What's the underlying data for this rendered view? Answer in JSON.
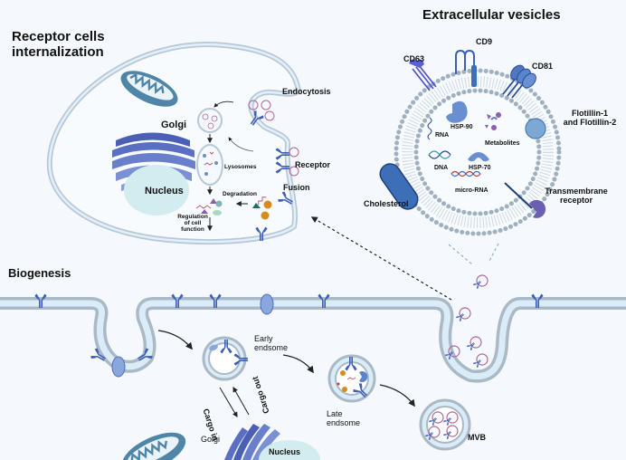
{
  "colors": {
    "background": "#f5f9fd",
    "membrane_outer": "#a9b9c5",
    "membrane_inner": "#dcebf8",
    "receptor_blue": "#3d5fb5",
    "mitochondria": "#4f86a8",
    "golgi": "#5a6fc2",
    "nucleus": "#d3ecef",
    "vesicle_pink": "#b0679c",
    "orange_cargo": "#d98a1c",
    "teal_cargo": "#1f6b66",
    "ev_lipid": "#9fb0bf"
  },
  "sections": {
    "internalization": {
      "title_line1": "Receptor cells",
      "title_line2": "internalization",
      "labels": {
        "golgi": "Golgi",
        "nucleus": "Nucleus",
        "endocytosis": "Endocytosis",
        "receptor": "Receptor",
        "fusion": "Fusion",
        "lysosomes": "Lysosomes",
        "degradation": "Degradation",
        "regulation_line1": "Regulation",
        "regulation_line2": "of cell",
        "regulation_line3": "function"
      }
    },
    "extracellular_vesicles": {
      "title": "Extracellular vesicles",
      "labels": {
        "cd63": "CD63",
        "cd9": "CD9",
        "cd81": "CD81",
        "flotillin_line1": "Flotillin-1",
        "flotillin_line2": "and Flotillin-2",
        "rna": "RNA",
        "hsp90": "HSP-90",
        "metabolites": "Metabolites",
        "dna": "DNA",
        "hsp70": "HSP-70",
        "micro_rna": "micro-RNA",
        "cholesterol": "Cholesterol",
        "transmembrane_line1": "Transmembrane",
        "transmembrane_line2": "receptor"
      }
    },
    "biogenesis": {
      "title": "Biogenesis",
      "labels": {
        "early_line1": "Early",
        "early_line2": "endsome",
        "cargo_in": "Cargo in",
        "cargo_out": "Cargo out",
        "golgi": "Golgi",
        "nucleus": "Nucleus",
        "late_line1": "Late",
        "late_line2": "endsome",
        "mvb": "MVB"
      }
    }
  }
}
